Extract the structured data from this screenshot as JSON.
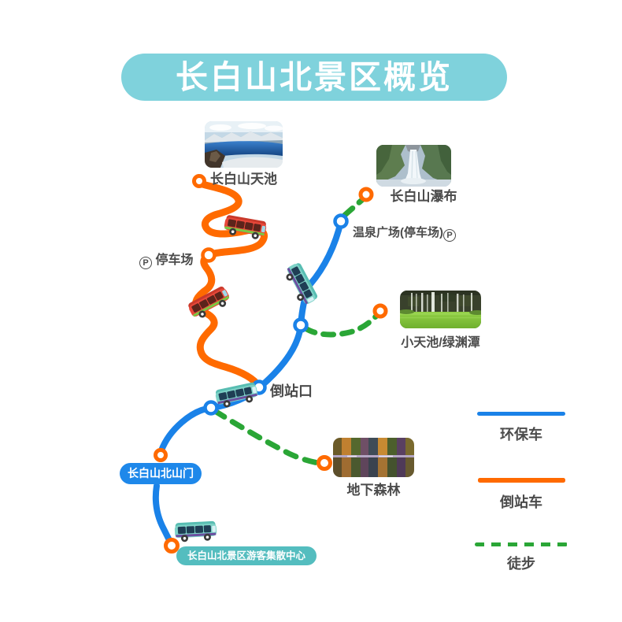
{
  "title": "长白山北景区概览",
  "spots": {
    "tianchi": {
      "label": "长白山天池"
    },
    "waterfall": {
      "label": "长白山瀑布"
    },
    "hot_spring_plaza": {
      "label": "温泉广场(停车场)",
      "parking_icon": "P"
    },
    "parking": {
      "label": "停车场",
      "parking_icon": "P"
    },
    "xiaotianchi": {
      "label": "小天池/绿渊潭"
    },
    "daozhankou": {
      "label": "倒站口"
    },
    "underground_forest": {
      "label": "地下森林"
    },
    "north_gate": {
      "label": "长白山北山门"
    },
    "visitor_center": {
      "label": "长白山北景区游客集散中心"
    }
  },
  "legend": {
    "items": [
      {
        "label": "环保车",
        "color": "#1a82e8",
        "style": "solid"
      },
      {
        "label": "倒站车",
        "color": "#ff6a00",
        "style": "solid"
      },
      {
        "label": "徒步",
        "color": "#2aa636",
        "style": "dashed"
      }
    ]
  },
  "colors": {
    "banner_bg": "#7fd2dc",
    "route_eco_bus": "#1a82e8",
    "route_shuttle": "#ff6a00",
    "route_walk": "#2aa636",
    "north_gate_pill": "#1e88ea",
    "visitor_center_pill": "#54bdbf",
    "label_text": "#4b4b4b"
  }
}
